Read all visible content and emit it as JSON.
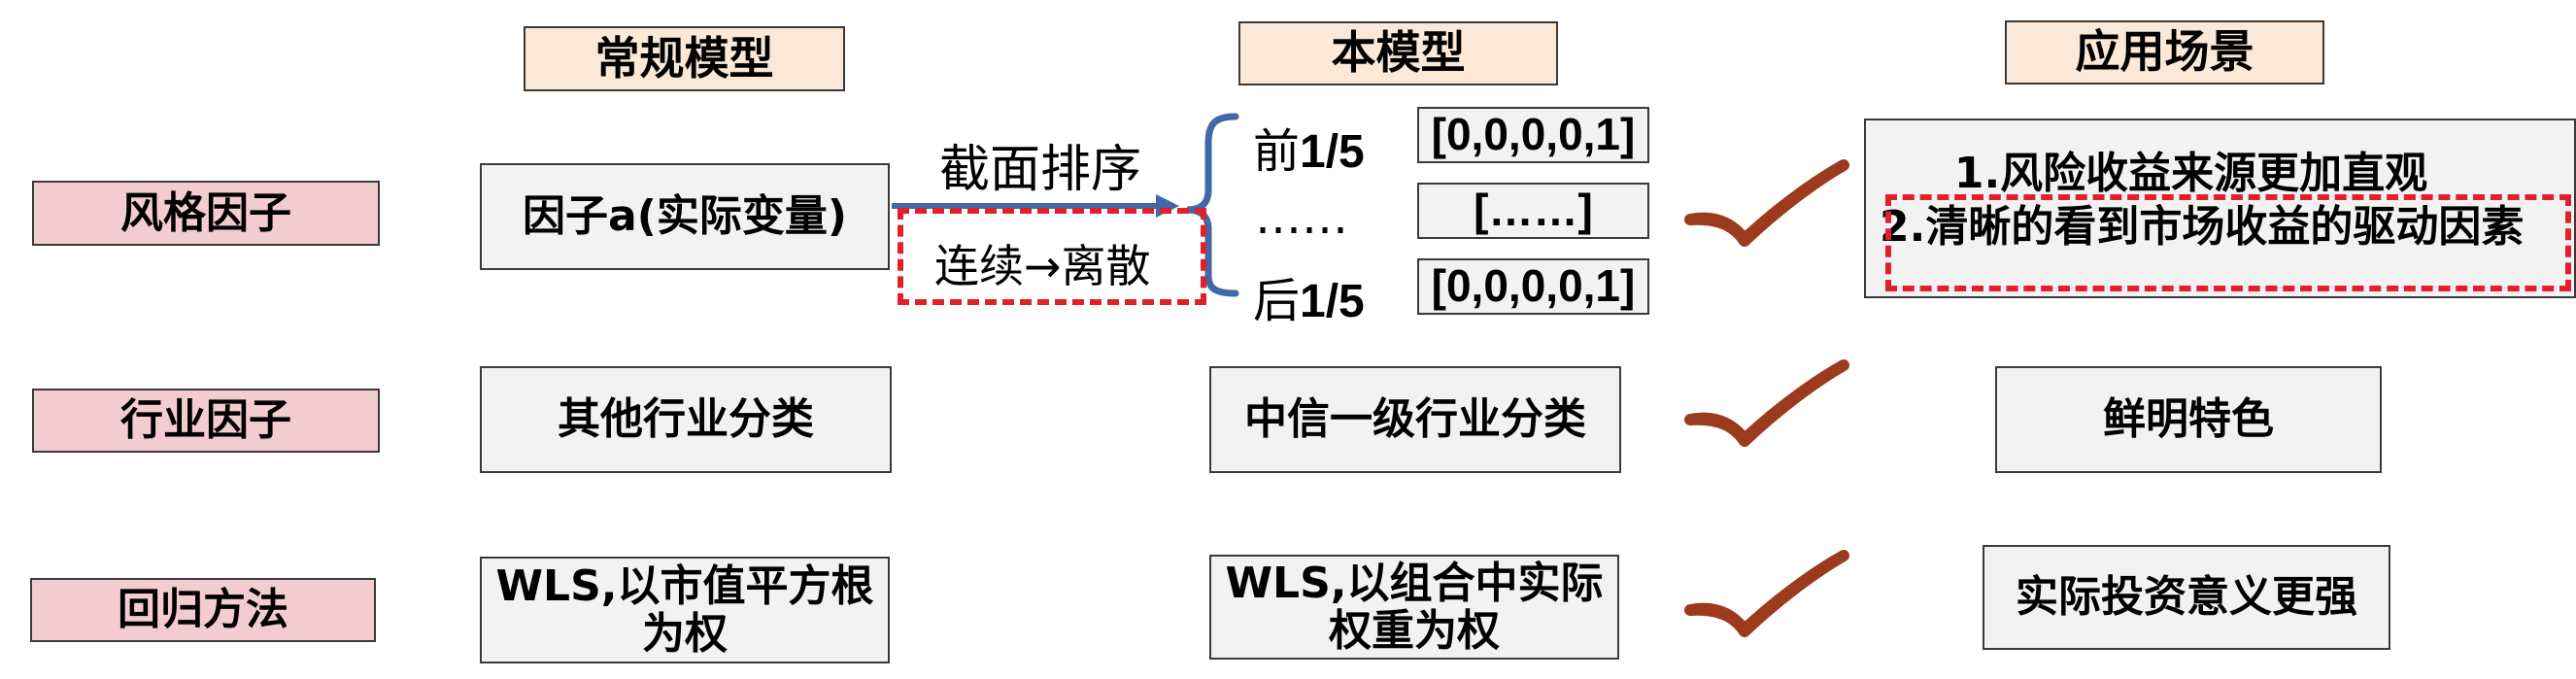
{
  "headers": {
    "conventional_model": "常规模型",
    "this_model": "本模型",
    "application": "应用场景"
  },
  "rows": {
    "style_factor": "风格因子",
    "industry_factor": "行业因子",
    "regression_method": "回归方法"
  },
  "conventional": {
    "style": "因子a(实际变量)",
    "industry": "其他行业分类",
    "regression_line1": "WLS,以市值平方根",
    "regression_line2": "为权"
  },
  "transform": {
    "sort_label": "截面排序",
    "continuous_to_discrete": "连续→离散"
  },
  "ranking": {
    "top_prefix": "前",
    "top_frac": "1/5",
    "middle": "……",
    "bottom_prefix": "后",
    "bottom_frac": "1/5",
    "top_vector": "[0,0,0,0,1]",
    "middle_vector": "[……]",
    "bottom_vector": "[0,0,0,0,1]"
  },
  "this_model": {
    "industry": "中信一级行业分类",
    "regression_line1": "WLS,以组合中实际",
    "regression_line2": "权重为权"
  },
  "applications": {
    "style_line1": "1.风险收益来源更加直观",
    "style_line2": "2.清晰的看到市场收益的驱动因素",
    "industry": "鲜明特色",
    "regression": "实际投资意义更强"
  },
  "icons": {
    "check": "checkmark-icon",
    "brace": "left-brace-icon",
    "arrow": "right-arrow-icon"
  },
  "colors": {
    "header_fill": "#fbe8d6",
    "row_label_fill": "#f3cccf",
    "box_fill": "#f2f2f2",
    "dashed_highlight": "#e0202a",
    "arrow_blue": "#3e6aa8",
    "check_brown": "#9c3a1e"
  }
}
